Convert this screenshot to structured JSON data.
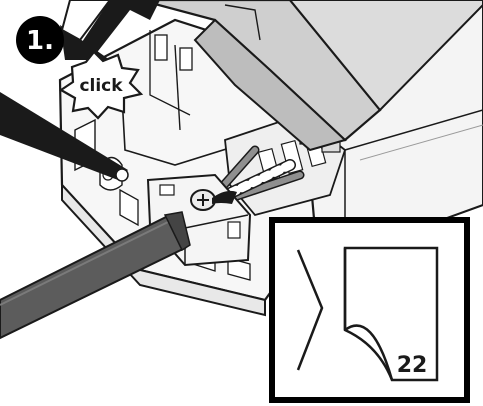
{
  "step": {
    "number": "1."
  },
  "callout": {
    "text": "click"
  },
  "reference": {
    "page_number": "22"
  },
  "icons": {
    "arrow": "arrow-icon",
    "chevron": "chevron-right-icon",
    "page": "page-curl-icon",
    "screw": "screw-icon"
  },
  "colors": {
    "badge": "#000000",
    "badge_text": "#ffffff",
    "line": "#1a1a1a",
    "housing": "#f4f4f4",
    "cover": "#c9c9c9",
    "cable": "#5c5c5c",
    "wire": "#8f8f8f"
  }
}
